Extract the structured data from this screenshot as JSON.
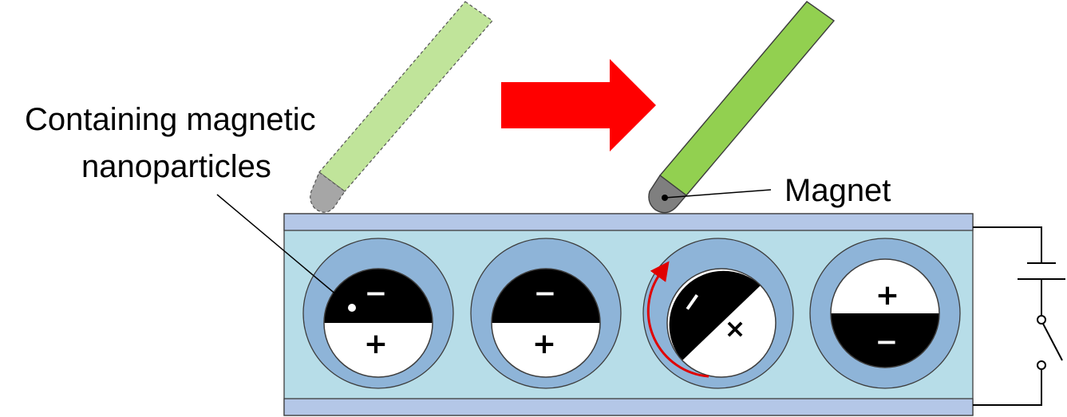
{
  "labels": {
    "nanoparticles_line1": "Containing magnetic",
    "nanoparticles_line2": "nanoparticles",
    "magnet": "Magnet"
  },
  "cells": [
    {
      "top_sign": "−",
      "bottom_sign": "+"
    },
    {
      "top_sign": "−",
      "bottom_sign": "+"
    },
    {
      "top_sign": "−",
      "bottom_sign": "×"
    },
    {
      "top_sign": "+",
      "bottom_sign": "−"
    }
  ],
  "colors": {
    "rod_faded": "#c0e49a",
    "rod_active": "#92d050",
    "arrow": "#ff0000",
    "panel": "#b7dde8",
    "plate": "#b4c7e7",
    "ring": "#8eb4d8",
    "rotation_arrow": "#e00000"
  }
}
